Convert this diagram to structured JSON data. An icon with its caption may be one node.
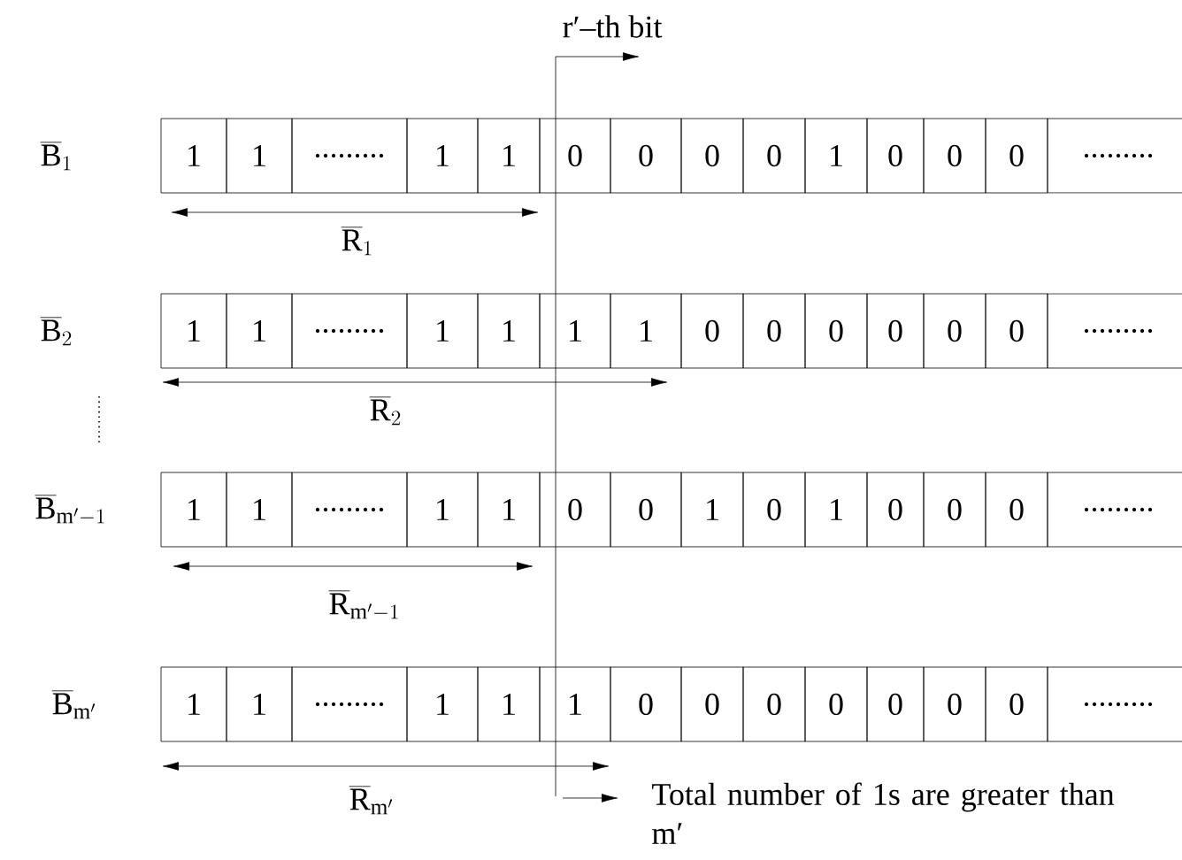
{
  "diagram": {
    "nodes": [
      {
        "text": [
          "1"
        ]
      },
      {
        "text": [
          "1"
        ]
      },
      {
        "text": [
          "........."
        ]
      },
      {
        "text": [
          "1"
        ]
      },
      {
        "text": [
          "1"
        ]
      },
      {
        "text": [
          "0"
        ]
      },
      {
        "text": [
          "0"
        ]
      },
      {
        "text": [
          "0"
        ]
      },
      {
        "text": [
          "0"
        ]
      },
      {
        "text": [
          "1"
        ]
      },
      {
        "text": [
          "0"
        ]
      },
      {
        "text": [
          "0"
        ]
      },
      {
        "text": [
          "0"
        ]
      },
      {
        "text": [
          "........."
        ]
      },
      {
        "text": [
          "1"
        ]
      },
      {
        "text": [
          "1"
        ]
      },
      {
        "text": [
          "........."
        ]
      },
      {
        "text": [
          "1"
        ]
      },
      {
        "text": [
          "1"
        ]
      },
      {
        "text": [
          "1"
        ]
      },
      {
        "text": [
          "1"
        ]
      },
      {
        "text": [
          "0"
        ]
      },
      {
        "text": [
          "0"
        ]
      },
      {
        "text": [
          "0"
        ]
      },
      {
        "text": [
          "0"
        ]
      },
      {
        "text": [
          "0"
        ]
      },
      {
        "text": [
          "0"
        ]
      },
      {
        "text": [
          "........."
        ]
      },
      {
        "text": [
          "1"
        ]
      },
      {
        "text": [
          "1"
        ]
      },
      {
        "text": [
          "........."
        ]
      },
      {
        "text": [
          "1"
        ]
      },
      {
        "text": [
          "1"
        ]
      },
      {
        "text": [
          "0"
        ]
      },
      {
        "text": [
          "0"
        ]
      },
      {
        "text": [
          "1"
        ]
      },
      {
        "text": [
          "0"
        ]
      },
      {
        "text": [
          "1"
        ]
      },
      {
        "text": [
          "0"
        ]
      },
      {
        "text": [
          "0"
        ]
      },
      {
        "text": [
          "0"
        ]
      },
      {
        "text": [
          "........."
        ]
      },
      {
        "text": [
          "1"
        ]
      },
      {
        "text": [
          "1"
        ]
      },
      {
        "text": [
          "........."
        ]
      },
      {
        "text": [
          "1"
        ]
      },
      {
        "text": [
          "1"
        ]
      },
      {
        "text": [
          "1"
        ]
      },
      {
        "text": [
          "0"
        ]
      },
      {
        "text": [
          "0"
        ]
      },
      {
        "text": [
          "0"
        ]
      },
      {
        "text": [
          "0"
        ]
      },
      {
        "text": [
          "0"
        ]
      },
      {
        "text": [
          "0"
        ]
      },
      {
        "text": [
          "0"
        ]
      },
      {
        "text": [
          "........."
        ]
      }
    ],
    "labels": [
      "r′–th bit",
      "\\overline{\\mathrm{B}}_{1}",
      "\\overline{\\mathrm{R}}_{1}",
      "\\overline{\\mathrm{B}}_{2}",
      "\\overline{\\mathrm{R}}_{2}",
      "\\overline{\\mathrm{B}}_{\\mathrm{m}'-1}",
      "\\overline{\\mathrm{R}}_{\\mathrm{m}'-1}",
      "\\overline{\\mathrm{B}}_{\\mathrm{m}'}",
      "\\overline{\\mathrm{R}}_{\\mathrm{m}'}",
      "Total number of 1s are greater than m′"
    ]
  }
}
